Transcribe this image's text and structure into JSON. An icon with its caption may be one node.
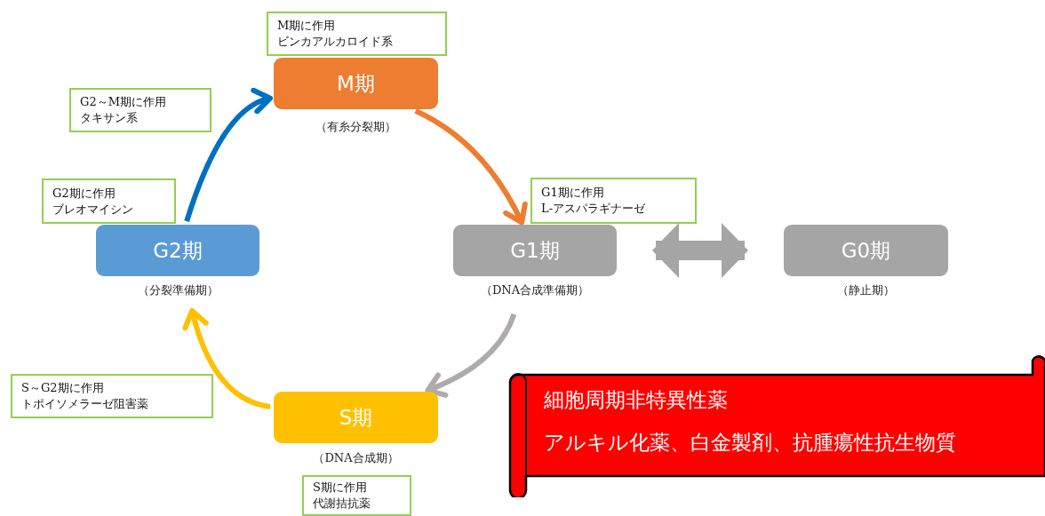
{
  "diagram": {
    "nodes": [
      {
        "text": [
          "M期"
        ],
        "beside": [
          "（有糸分裂期）"
        ]
      },
      {
        "text": [
          "G1期"
        ],
        "beside": [
          "（DNA合成準備期）"
        ]
      },
      {
        "text": [
          "G0期"
        ],
        "beside": [
          "（静止期）"
        ]
      },
      {
        "text": [
          "S期"
        ],
        "beside": [
          "（DNA合成期）"
        ]
      },
      {
        "text": [
          "G2期"
        ],
        "beside": [
          "（分裂準備期）"
        ]
      },
      {
        "text": [
          "M期に作用",
          "ビンカアルカロイド系"
        ]
      },
      {
        "text": [
          "G2～M期に作用",
          "タキサン系"
        ]
      },
      {
        "text": [
          "G1期に作用",
          "L-アスパラギナーゼ"
        ]
      },
      {
        "text": [
          "G2期に作用",
          "ブレオマイシン"
        ]
      },
      {
        "text": [
          "S～G2期に作用",
          "トポイソメラーゼ阻害薬"
        ]
      },
      {
        "text": [
          "S期に作用",
          "代謝拮抗薬"
        ]
      },
      {
        "text": [
          "細胞周期非特異性薬",
          "アルキル化薬、白金製剤、抗腫瘍性抗生物質"
        ]
      }
    ],
    "edges": [
      {
        "from": 0,
        "to": 1,
        "arrow": "to",
        "color": "#ed7d31"
      },
      {
        "from": 1,
        "to": 2,
        "arrow": "both",
        "style": "thick",
        "color": "#a5a5a5"
      },
      {
        "from": 1,
        "to": 3,
        "arrow": "to",
        "color": "#afabab"
      },
      {
        "from": 3,
        "to": 4,
        "arrow": "to",
        "color": "#ffc000"
      },
      {
        "from": 4,
        "to": 0,
        "arrow": "to",
        "color": "#0070c0"
      }
    ]
  }
}
